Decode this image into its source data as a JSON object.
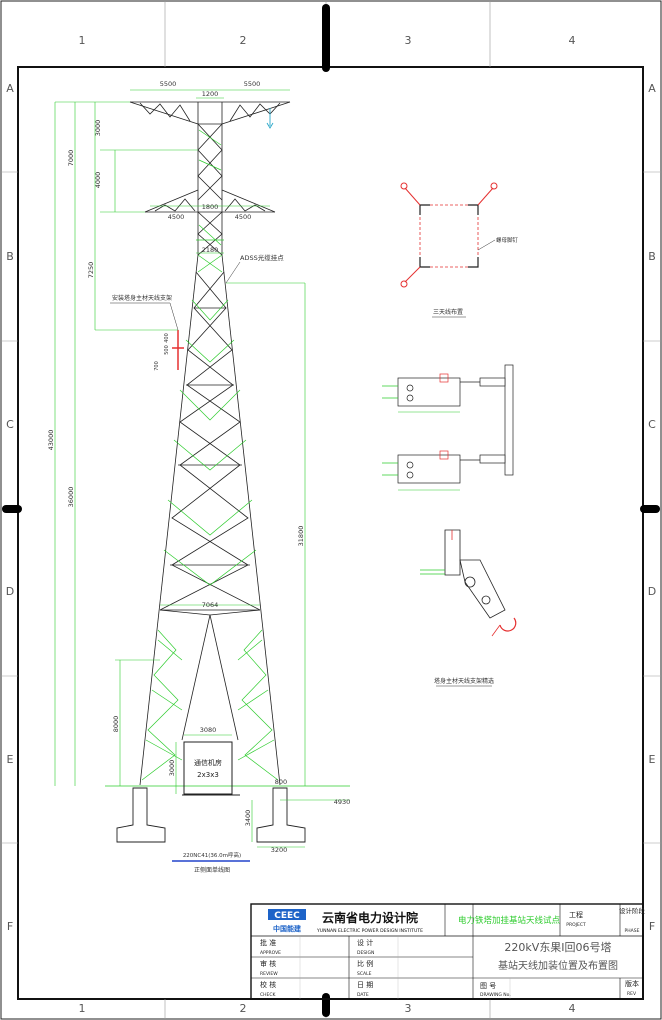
{
  "grid": {
    "columns": [
      "1",
      "2",
      "3",
      "4"
    ],
    "rows": [
      "A",
      "B",
      "C",
      "D",
      "E",
      "F"
    ]
  },
  "tower": {
    "dims_top": [
      "5500",
      "5500"
    ],
    "dim_1200": "1200",
    "dims_mid": [
      "4500",
      "1800",
      "4500"
    ],
    "dim_2180": "2180",
    "adss_note": "ADSS光缆挂点",
    "antenna_note": "安装塔身主材天线支架",
    "left_dims": [
      "3000",
      "4000",
      "7000",
      "7250",
      "43000",
      "36000",
      "8000"
    ],
    "bracket_dims": [
      "400",
      "500",
      "700"
    ],
    "dim_31800": "31800",
    "dim_7064": "7064",
    "dim_3080": "3080",
    "dim_3000": "3000",
    "room_label": "通信机房",
    "room_size": "2x3x3",
    "dim_4930": "4930",
    "dim_3400": "3400",
    "dim_3200": "3200",
    "dim_800": "800",
    "tower_type": "220NC41(36.0m呼高)",
    "view_title": "正侧面单线图"
  },
  "details": {
    "three_antenna_label": "三天线布置",
    "angle_steel_label": "螺母脚钉",
    "bracket_label": "塔身主材天线支架精选"
  },
  "title_block": {
    "institute_cn": "云南省电力设计院",
    "institute_en": "YUNNAN ELECTRIC POWER DESIGN INSTITUTE",
    "logo_text": "CEEC",
    "logo_sub": "中国能建",
    "project_name": "电力铁塔加挂基站天线试点",
    "project_label_cn": "工程",
    "project_label_en": "PROJECT",
    "phase_label_cn": "设计阶段",
    "phase_label_en": "PHASE",
    "approve_cn": "批 准",
    "approve_en": "APPROVE",
    "review_cn": "审 核",
    "review_en": "REVIEW",
    "check_cn": "校 核",
    "check_en": "CHECK",
    "design_cn": "设 计",
    "design_en": "DESIGN",
    "scale_cn": "比 例",
    "scale_en": "SCALE",
    "date_cn": "日 期",
    "date_en": "DATE",
    "drawing_no_cn": "图 号",
    "drawing_no_en": "DRAWING No.",
    "rev_cn": "版本",
    "rev_en": "REV",
    "drawing_title_1": "220kV东果Ⅰ回06号塔",
    "drawing_title_2": "基站天线加装位置及布置图"
  }
}
